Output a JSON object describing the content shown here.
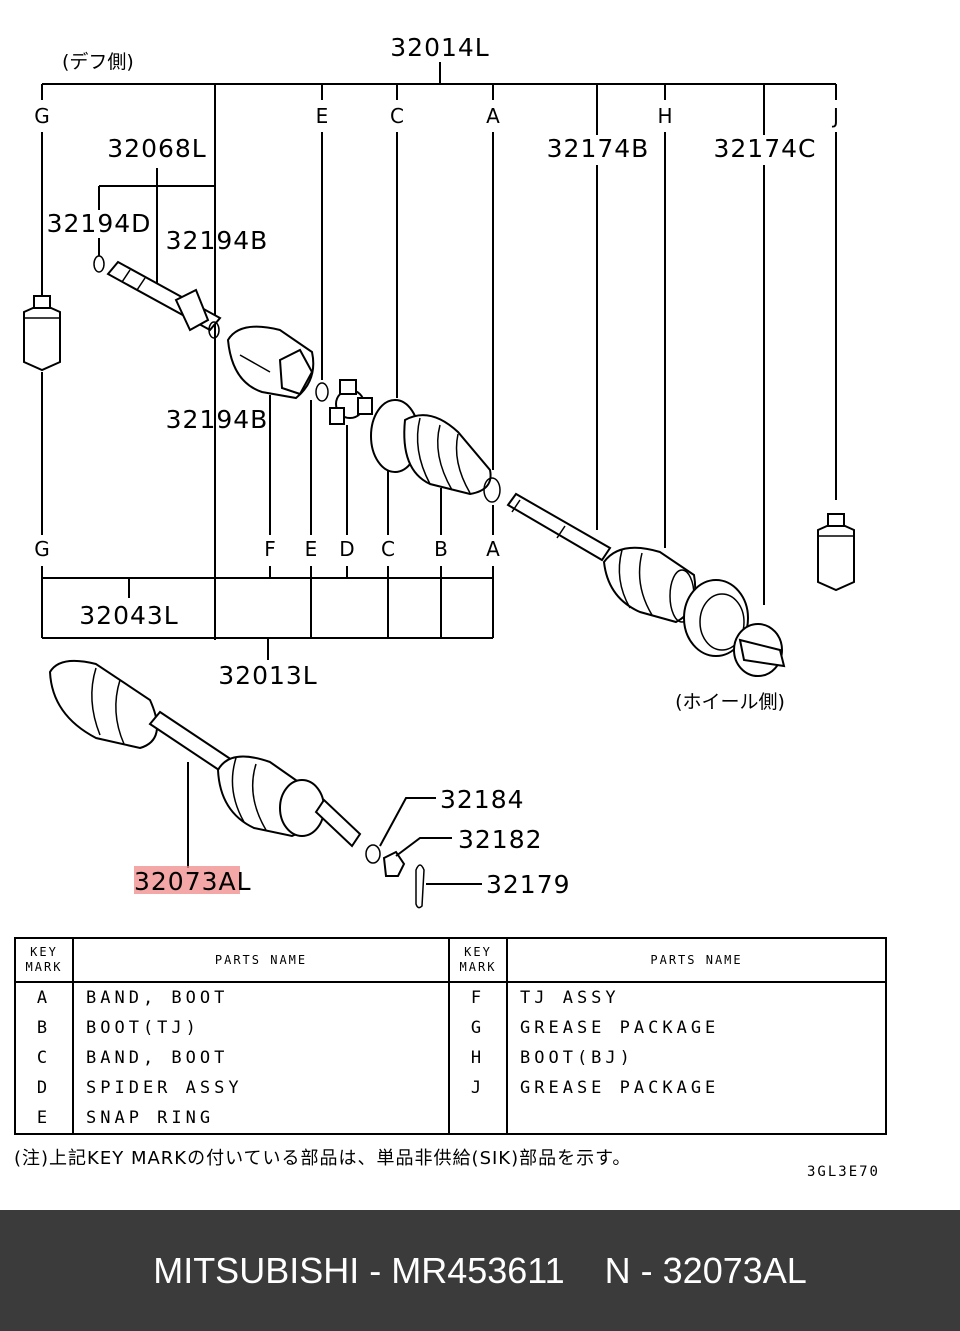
{
  "callouts": {
    "diff_side": "(デフ側)",
    "wheel_side": "(ホイール側)",
    "p32014L": "32014L",
    "p32068L": "32068L",
    "p32194D": "32194D",
    "p32194B_top": "32194B",
    "p32194B_mid": "32194B",
    "p32174B": "32174B",
    "p32174C": "32174C",
    "p32043L": "32043L",
    "p32013L": "32013L",
    "p32184": "32184",
    "p32182": "32182",
    "p32179": "32179",
    "p32073A": "32073A",
    "p32073A_suffix": "L"
  },
  "letters_top": [
    "G",
    "E",
    "C",
    "A",
    "H",
    "J"
  ],
  "letters_bottom": [
    "G",
    "F",
    "E",
    "D",
    "C",
    "B",
    "A"
  ],
  "table": {
    "header_key_line1": "KEY",
    "header_key_line2": "MARK",
    "header_name": "PARTS NAME",
    "rows": [
      {
        "k1": "A",
        "n1": "BAND, BOOT",
        "k2": "F",
        "n2": "TJ ASSY"
      },
      {
        "k1": "B",
        "n1": "BOOT(TJ)",
        "k2": "G",
        "n2": "GREASE PACKAGE"
      },
      {
        "k1": "C",
        "n1": "BAND, BOOT",
        "k2": "H",
        "n2": "BOOT(BJ)"
      },
      {
        "k1": "D",
        "n1": "SPIDER ASSY",
        "k2": "J",
        "n2": "GREASE PACKAGE"
      },
      {
        "k1": "E",
        "n1": "SNAP RING",
        "k2": "",
        "n2": ""
      }
    ]
  },
  "note": "(注)上記KEY MARKの付いている部品は、単品非供給(SIK)部品を示す。",
  "diagram_code": "3GL3E70",
  "footer": "MITSUBISHI - MR453611    N - 32073AL",
  "colors": {
    "highlight": "#f08a8a",
    "footer_bg": "#3b3b3b"
  }
}
